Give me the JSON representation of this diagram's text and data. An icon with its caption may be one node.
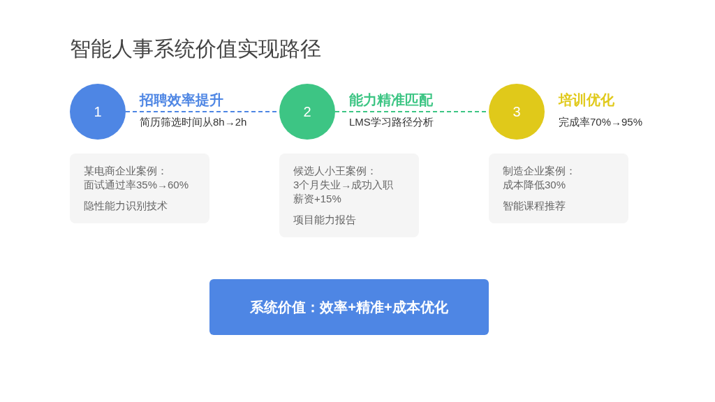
{
  "diagram": {
    "title": "智能人事系统价值实现路径",
    "nodes": [
      {
        "text": [
          "1"
        ],
        "beside": [
          "招聘效率提升",
          "简历筛选时间从8h→2h"
        ]
      },
      {
        "text": [
          "2"
        ],
        "beside": [
          "能力精准匹配",
          "LMS学习路径分析"
        ]
      },
      {
        "text": [
          "3"
        ],
        "beside": [
          "培训优化",
          "完成率70%→95%"
        ]
      },
      {
        "text": [
          "某电商企业案例：",
          "面试通过率35%→60%",
          "隐性能力识别技术"
        ]
      },
      {
        "text": [
          "候选人小王案例：",
          "3个月失业→成功入职",
          "薪资+15%",
          "项目能力报告"
        ]
      },
      {
        "text": [
          "制造企业案例：",
          "成本降低30%",
          "智能课程推荐"
        ]
      },
      {
        "text": [
          "系统价值：效率+精准+成本优化"
        ]
      }
    ],
    "edges": [
      {
        "from": 0,
        "to": 1,
        "arrow": "none",
        "style": "dashed",
        "color": "#4e86e4"
      },
      {
        "from": 1,
        "to": 2,
        "arrow": "none",
        "style": "dashed",
        "color": "#3dc584"
      }
    ]
  }
}
